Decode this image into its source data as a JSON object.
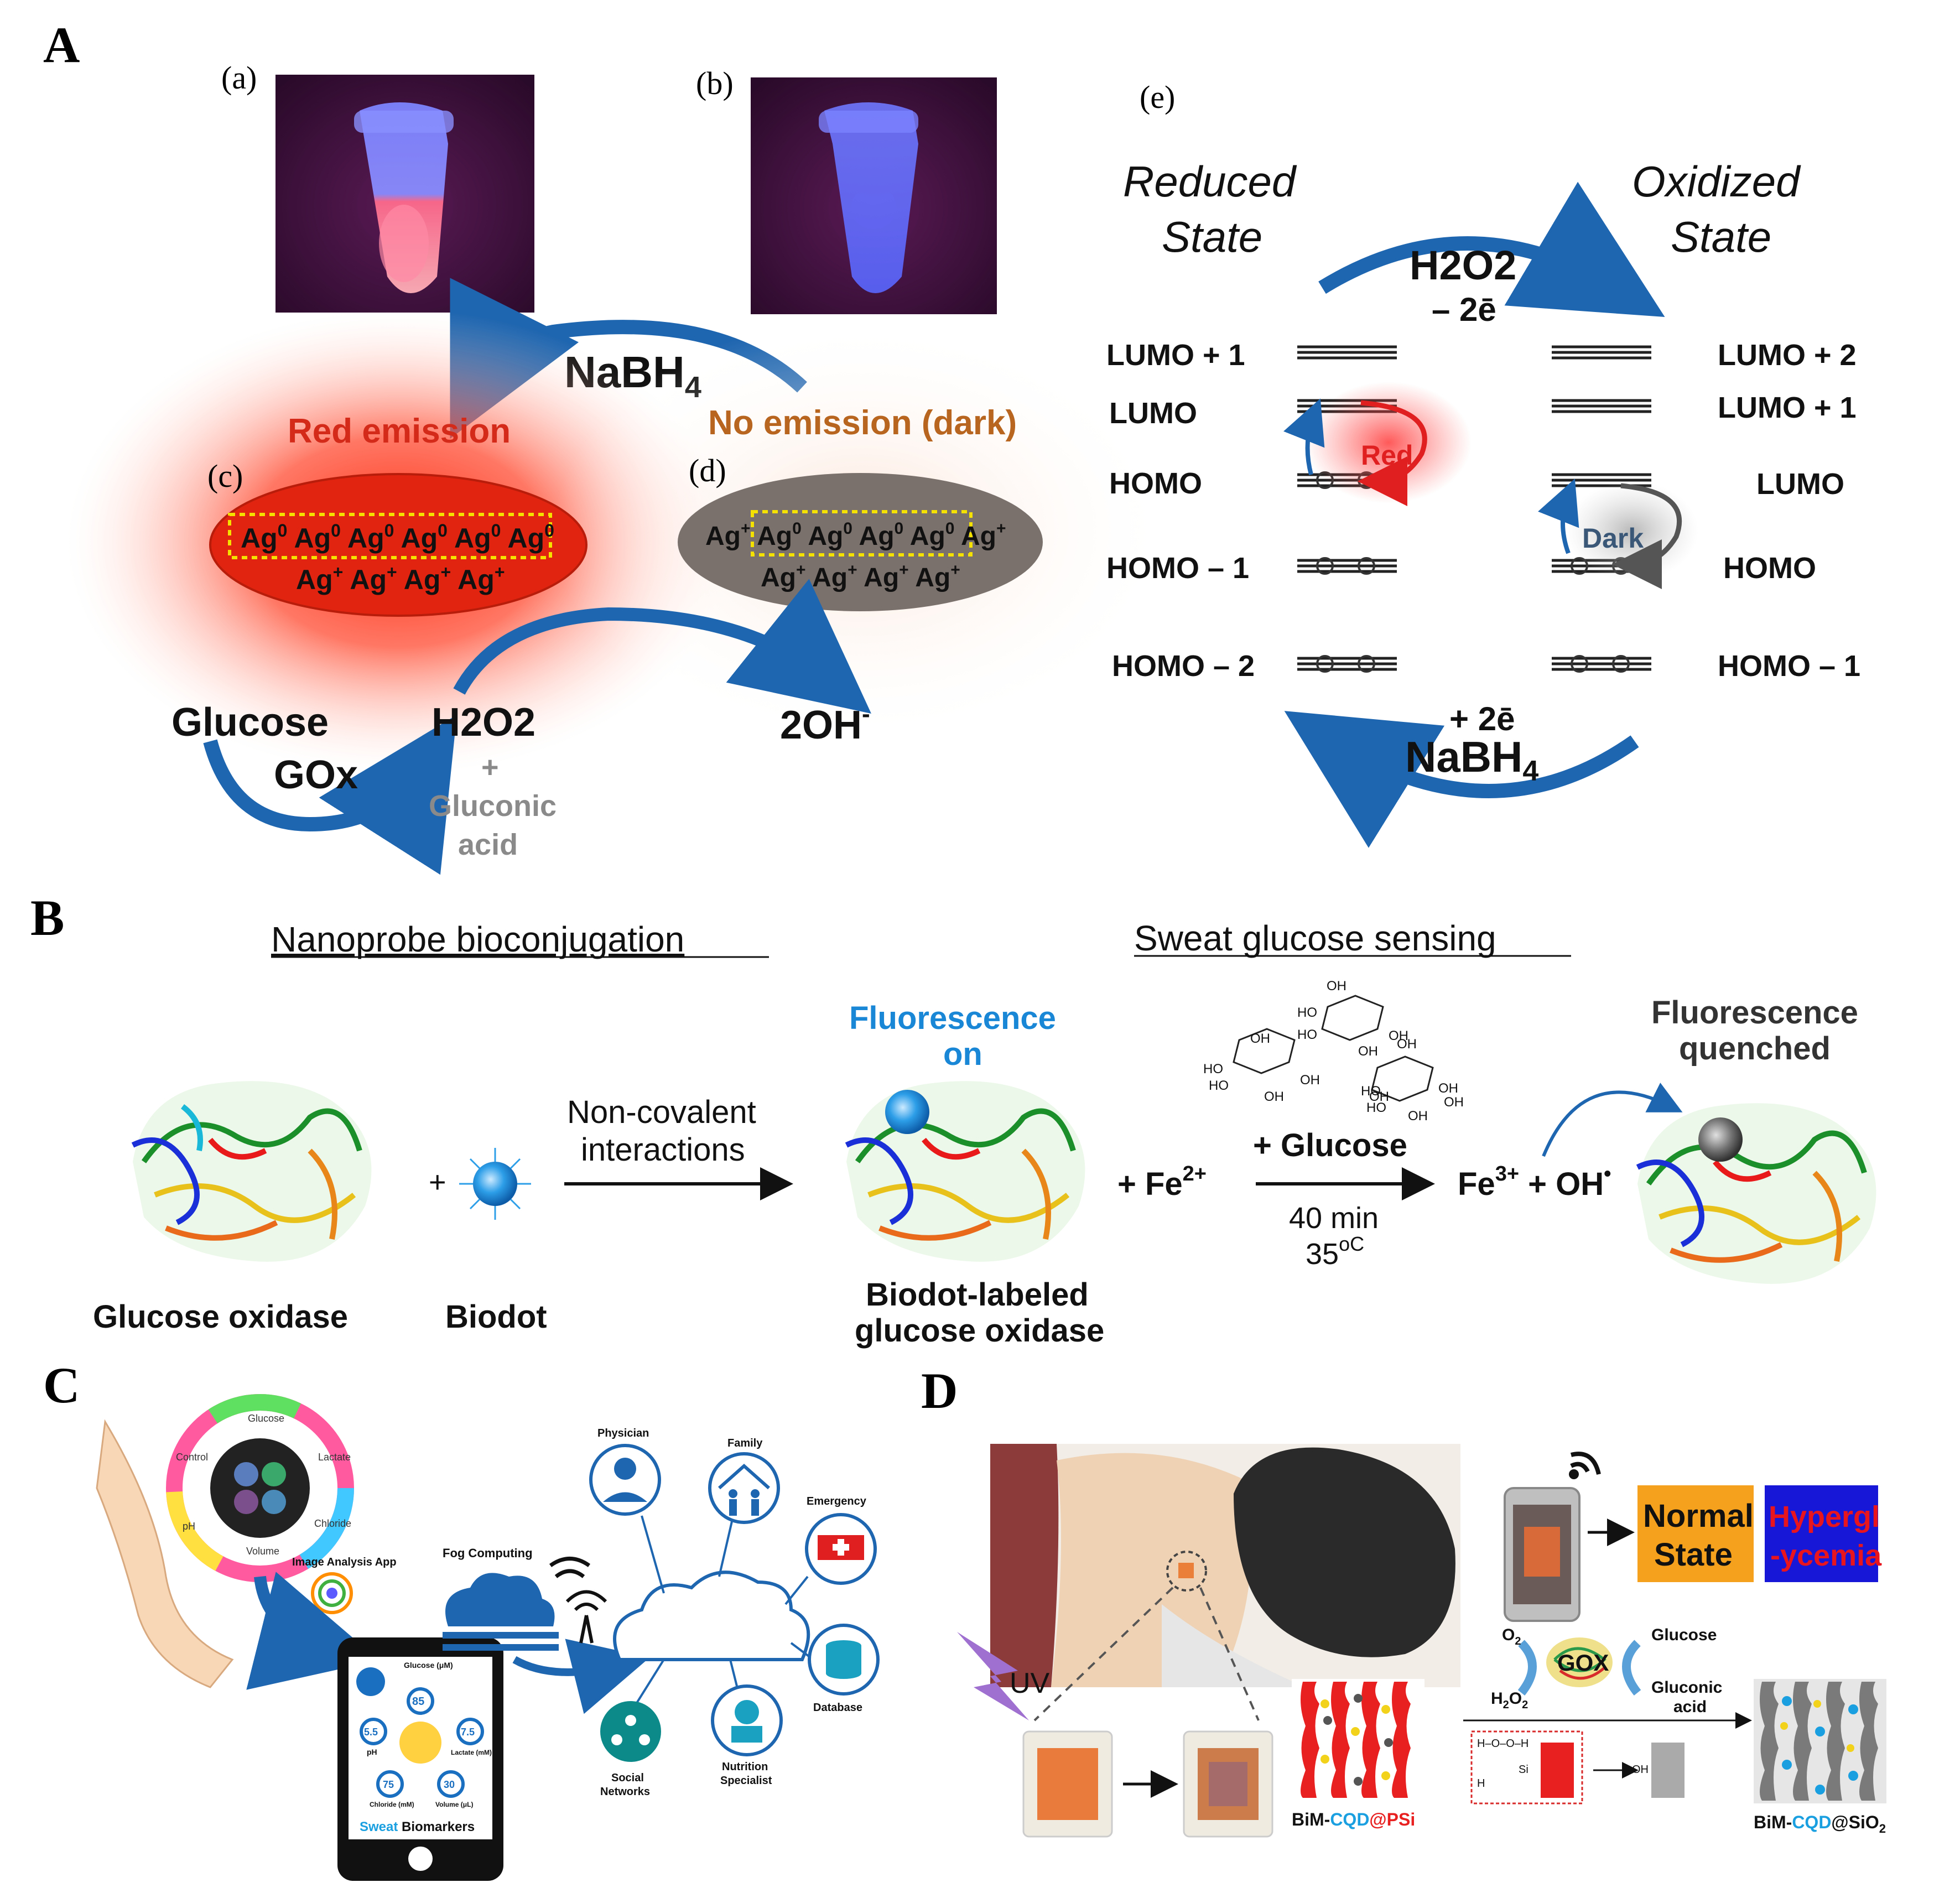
{
  "panel_labels": {
    "A": "A",
    "B": "B",
    "C": "C",
    "D": "D"
  },
  "sub_labels": {
    "a": "(a)",
    "b": "(b)",
    "c": "(c)",
    "d": "(d)",
    "e": "(e)"
  },
  "panelA": {
    "nabh4": "NaBH",
    "nabh4_sub": "4",
    "red_emission": "Red emission",
    "no_emission": "No emission (dark)",
    "ag0": "Ag",
    "ag0_sup": "0",
    "agplus": "Ag",
    "agplus_sup": "+",
    "glucose": "Glucose",
    "gox": "GOx",
    "h2o2": "H2O2",
    "plus": "+",
    "gluconic": "Gluconic",
    "acid": "acid",
    "oh": "2OH",
    "oh_sup": "-"
  },
  "panelE": {
    "reduced_1": "Reduced",
    "reduced_2": "State",
    "oxidized_1": "Oxidized",
    "oxidized_2": "State",
    "h2o2": "H2O2",
    "minus2e": "– 2ē",
    "plus2e": "+ 2ē",
    "nabh4": "NaBH",
    "nabh4_sub": "4",
    "red": "Red",
    "dark": "Dark",
    "left_levels": [
      "LUMO + 1",
      "LUMO",
      "HOMO",
      "HOMO – 1",
      "HOMO – 2"
    ],
    "right_levels": [
      "LUMO + 2",
      "LUMO + 1",
      "LUMO",
      "HOMO",
      "HOMO – 1"
    ]
  },
  "panelB": {
    "heading_left": "Nanoprobe bioconjugation",
    "heading_right": "Sweat glucose sensing",
    "glucose_oxidase": "Glucose oxidase",
    "biodot": "Biodot",
    "plus": "+",
    "noncov_1": "Non-covalent",
    "noncov_2": "interactions",
    "fluor_on_1": "Fluorescence",
    "fluor_on_2": "on",
    "labeled_1": "Biodot-labeled",
    "labeled_2": "glucose oxidase",
    "fe2": "+ Fe",
    "fe2_sup": "2+",
    "plus_glucose": "+ Glucose",
    "time": "40 min",
    "temp": "35",
    "temp_unit": "oC",
    "fe3": "Fe",
    "fe3_sup": "3+",
    "oh": " + OH",
    "oh_sup": "•",
    "quenched_1": "Fluorescence",
    "quenched_2": "quenched",
    "glucose_labels": [
      "OH",
      "HO",
      "HO",
      "OH",
      "OH",
      "OH",
      "HO",
      "HO",
      "OH",
      "OH",
      "OH",
      "OH",
      "HO",
      "HO",
      "OH",
      "OH",
      "OH"
    ]
  },
  "panelC": {
    "wheel_labels": [
      "Glucose",
      "Lactate",
      "Chloride",
      "Volume",
      "pH",
      "Control"
    ],
    "image_app": "Image Analysis App",
    "fog": "Fog Computing",
    "phone_glucose": "Glucose (μM)",
    "phone_85": "85",
    "phone_55": "5.5",
    "phone_ph": "pH",
    "phone_75": "7.5",
    "phone_lactate": "Lactate (mM)",
    "phone_75b": "75",
    "phone_chloride": "Chloride (mM)",
    "phone_30": "30",
    "phone_volume": "Volume (μL)",
    "sweat": "Sweat",
    "biomarkers": " Biomarkers",
    "physician": "Physician",
    "family": "Family",
    "emergency": "Emergency",
    "database": "Database",
    "social_1": "Social",
    "social_2": "Networks",
    "nutrition_1": "Nutrition",
    "nutrition_2": "Specialist"
  },
  "panelD": {
    "uv": "UV",
    "normal_1": "Normal",
    "normal_2": "State",
    "hyper_1": "Hypergl",
    "hyper_2": "-ycemia",
    "o2": "O",
    "o2_sub": "2",
    "glucose": "Glucose",
    "gox": "GOX",
    "h2o2": "H",
    "h2o2_sub": "2",
    "h2o2_o": "O",
    "h2o2_sub2": "2",
    "gluconic_1": "Gluconic",
    "gluconic_2": "acid",
    "bim1_a": "BiM-",
    "bim1_b": "CQD",
    "bim1_c": "@PSi",
    "bim2_a": "BiM-",
    "bim2_b": "CQD",
    "bim2_c": "@SiO",
    "bim2_sub": "2",
    "chem_hooh": "H–O–O–H",
    "chem_h": "H",
    "chem_si": "Si",
    "chem_oh": "OH"
  },
  "colors": {
    "arrow_blue": "#1f66b0",
    "red_emission": "#d42a1a",
    "dark_orange": "#b8651f",
    "fluor_blue": "#1a86d6",
    "normal_orange": "#f5a11d",
    "hyper_blue": "#1717d8",
    "hyper_text": "#e8141e"
  }
}
